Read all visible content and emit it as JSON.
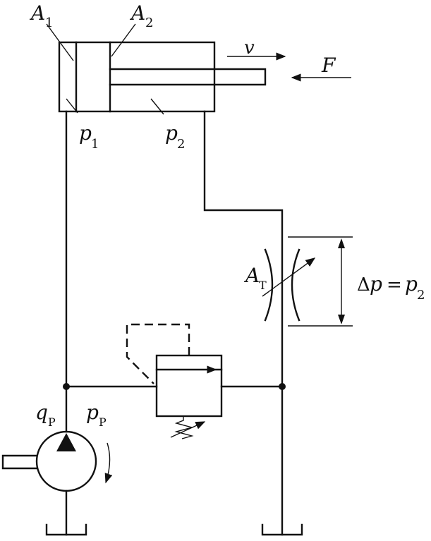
{
  "labels": {
    "A1": {
      "main": "A",
      "sub": "1"
    },
    "A2": {
      "main": "A",
      "sub": "2"
    },
    "p1": {
      "main": "p",
      "sub": "1"
    },
    "p2": {
      "main": "p",
      "sub": "2"
    },
    "v": "v",
    "F": "F",
    "AT": {
      "main": "A",
      "sub": "T"
    },
    "delta_p": {
      "delta": "Δ",
      "p": "p",
      "equals": "=",
      "p2": "p",
      "sub": "2"
    },
    "qP": {
      "main": "q",
      "sub": "P"
    },
    "pP": {
      "main": "p",
      "sub": "P"
    }
  }
}
